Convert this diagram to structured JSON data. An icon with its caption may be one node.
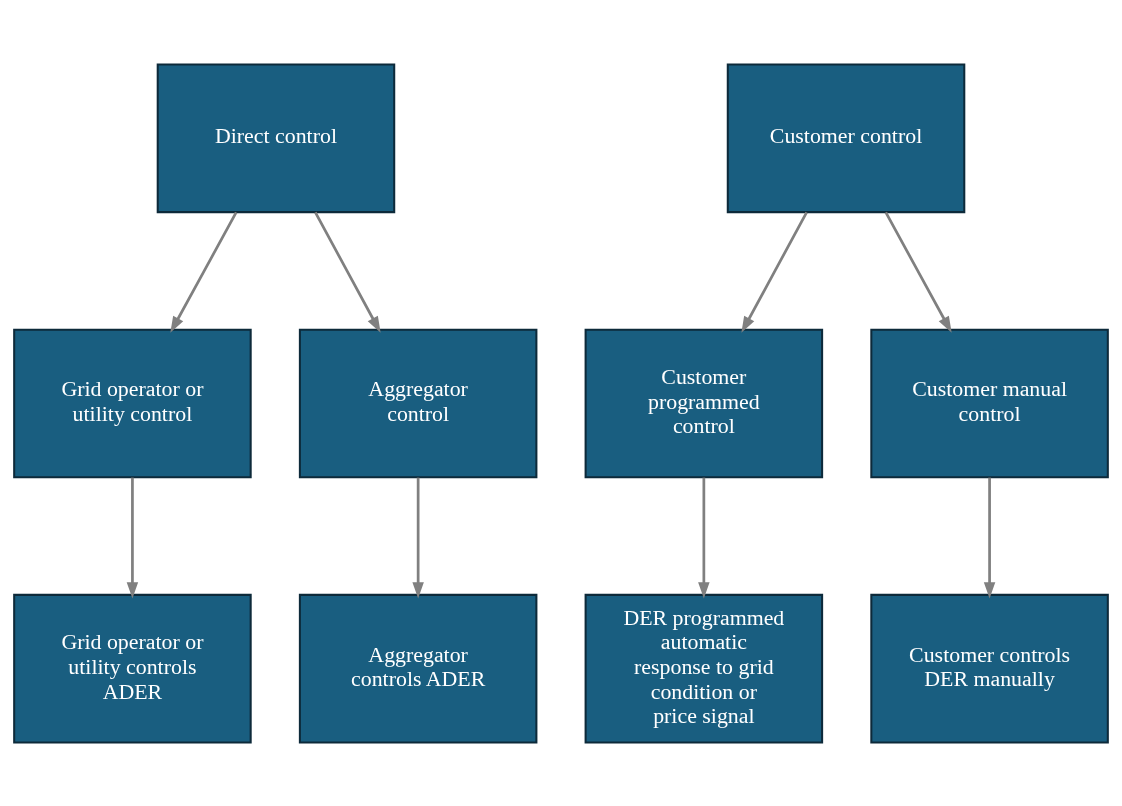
{
  "diagram": {
    "nodes": [
      {
        "text": [
          "Direct control"
        ]
      },
      {
        "text": [
          "Customer control"
        ]
      },
      {
        "text": [
          "Grid operator or utility control"
        ]
      },
      {
        "text": [
          "Aggregator control"
        ]
      },
      {
        "text": [
          "Customer programmed control"
        ]
      },
      {
        "text": [
          "Customer manual control"
        ]
      },
      {
        "text": [
          "Grid operator or utility controls ADER"
        ]
      },
      {
        "text": [
          "Aggregator controls ADER"
        ]
      },
      {
        "text": [
          "DER programmed automatic response to grid condition or price signal"
        ]
      },
      {
        "text": [
          "Customer controls DER manually"
        ]
      }
    ],
    "edges": [
      {
        "from": 0,
        "to": 2,
        "arrow": "to"
      },
      {
        "from": 0,
        "to": 3,
        "arrow": "to"
      },
      {
        "from": 1,
        "to": 4,
        "arrow": "to"
      },
      {
        "from": 1,
        "to": 5,
        "arrow": "to"
      },
      {
        "from": 2,
        "to": 6,
        "arrow": "to"
      },
      {
        "from": 3,
        "to": 7,
        "arrow": "to"
      },
      {
        "from": 4,
        "to": 8,
        "arrow": "to"
      },
      {
        "from": 5,
        "to": 9,
        "arrow": "to"
      }
    ]
  }
}
